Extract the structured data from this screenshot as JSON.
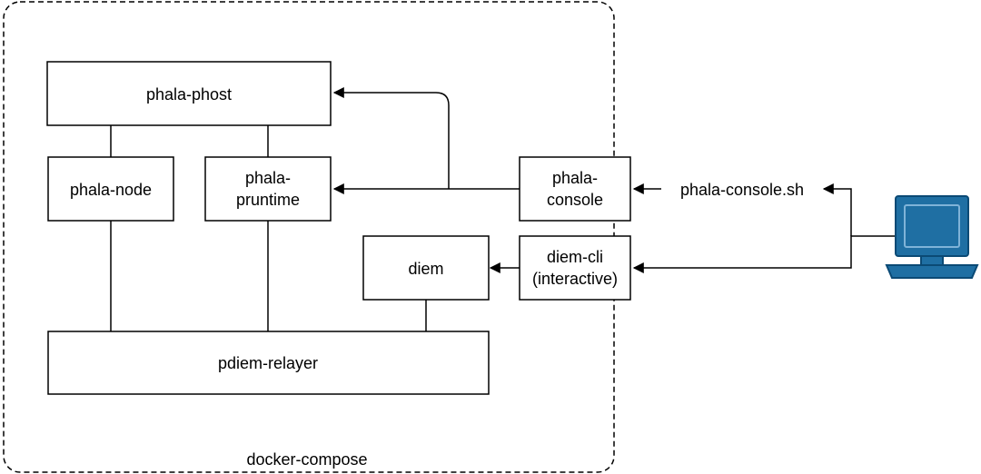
{
  "container": {
    "label": "docker-compose"
  },
  "nodes": {
    "phost": {
      "label": "phala-phost"
    },
    "node": {
      "label": "phala-node"
    },
    "pruntime": {
      "line1": "phala-",
      "line2": "pruntime"
    },
    "console": {
      "line1": "phala-",
      "line2": "console"
    },
    "diem": {
      "label": "diem"
    },
    "diem_cli": {
      "line1": "diem-cli",
      "line2": "(interactive)"
    },
    "relayer": {
      "label": "pdiem-relayer"
    },
    "script": {
      "label": "phala-console.sh"
    }
  },
  "colors": {
    "computer_fill": "#1f6fa3",
    "computer_stroke": "#0b4a75"
  },
  "icons": {
    "computer": "computer-icon"
  }
}
